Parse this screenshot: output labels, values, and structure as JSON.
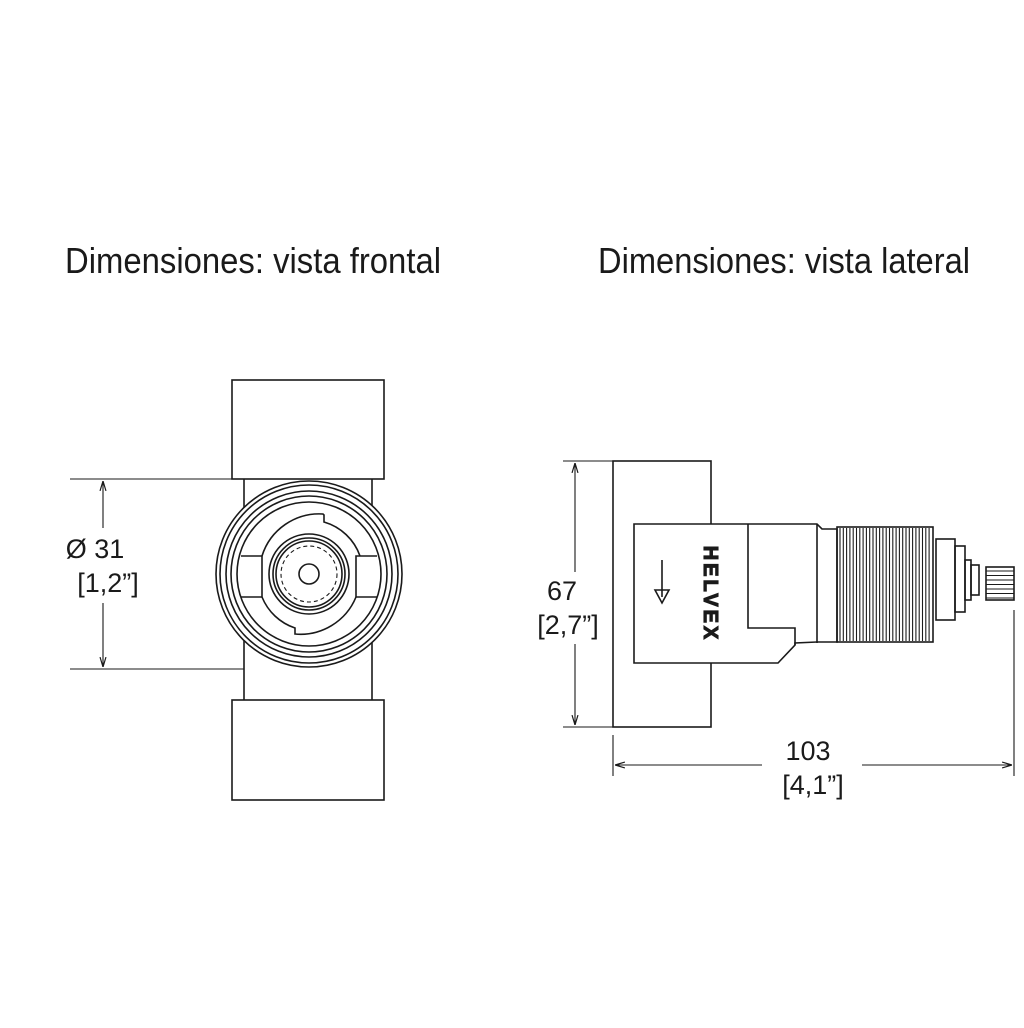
{
  "titles": {
    "front": "Dimensiones: vista frontal",
    "side": "Dimensiones: vista lateral"
  },
  "front_view": {
    "diameter_mm": "Ø 31",
    "diameter_in": "[1,2”]"
  },
  "side_view": {
    "height_mm": "67",
    "height_in": "[2,7”]",
    "length_mm": "103",
    "length_in": "[4,1”]",
    "brand_label": "HELVEX"
  },
  "colors": {
    "line": "#1a1a1a",
    "background": "#ffffff"
  }
}
